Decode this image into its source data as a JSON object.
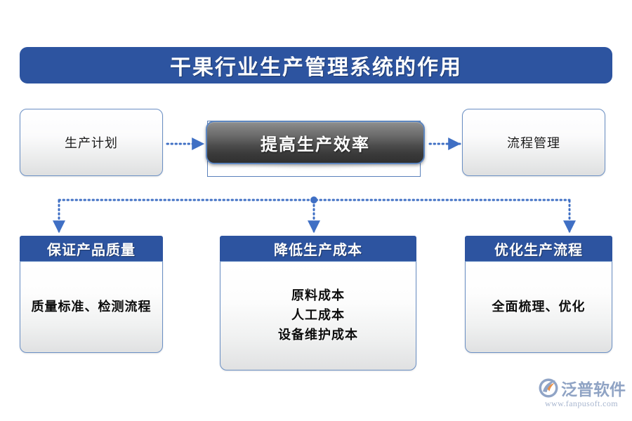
{
  "page": {
    "background_color": "#ffffff",
    "accent_blue": "#2d54a0",
    "border_blue": "#6a8fc4",
    "connector_blue": "#3f6fc4"
  },
  "title": {
    "text": "干果行业生产管理系统的作用"
  },
  "flow_row": {
    "left_node": {
      "label": "生产计划"
    },
    "center_node": {
      "label": "提高生产效率"
    },
    "right_node": {
      "label": "流程管理"
    },
    "arrows": [
      {
        "name": "arrow-left-to-center",
        "direction": "right",
        "style": "dotted"
      },
      {
        "name": "arrow-center-to-right",
        "direction": "right",
        "style": "dotted"
      }
    ]
  },
  "branch_connector": {
    "style": "dotted",
    "junction_label": "",
    "branches": 3
  },
  "cards": [
    {
      "header": "保证产品质量",
      "lines": [
        "质量标准、检测流程"
      ]
    },
    {
      "header": "降低生产成本",
      "lines": [
        "原料成本",
        "人工成本",
        "设备维护成本"
      ]
    },
    {
      "header": "优化生产流程",
      "lines": [
        "全面梳理、优化"
      ]
    }
  ],
  "watermark": {
    "brand": "泛普软件",
    "url": "www.fanpusoft.com"
  }
}
